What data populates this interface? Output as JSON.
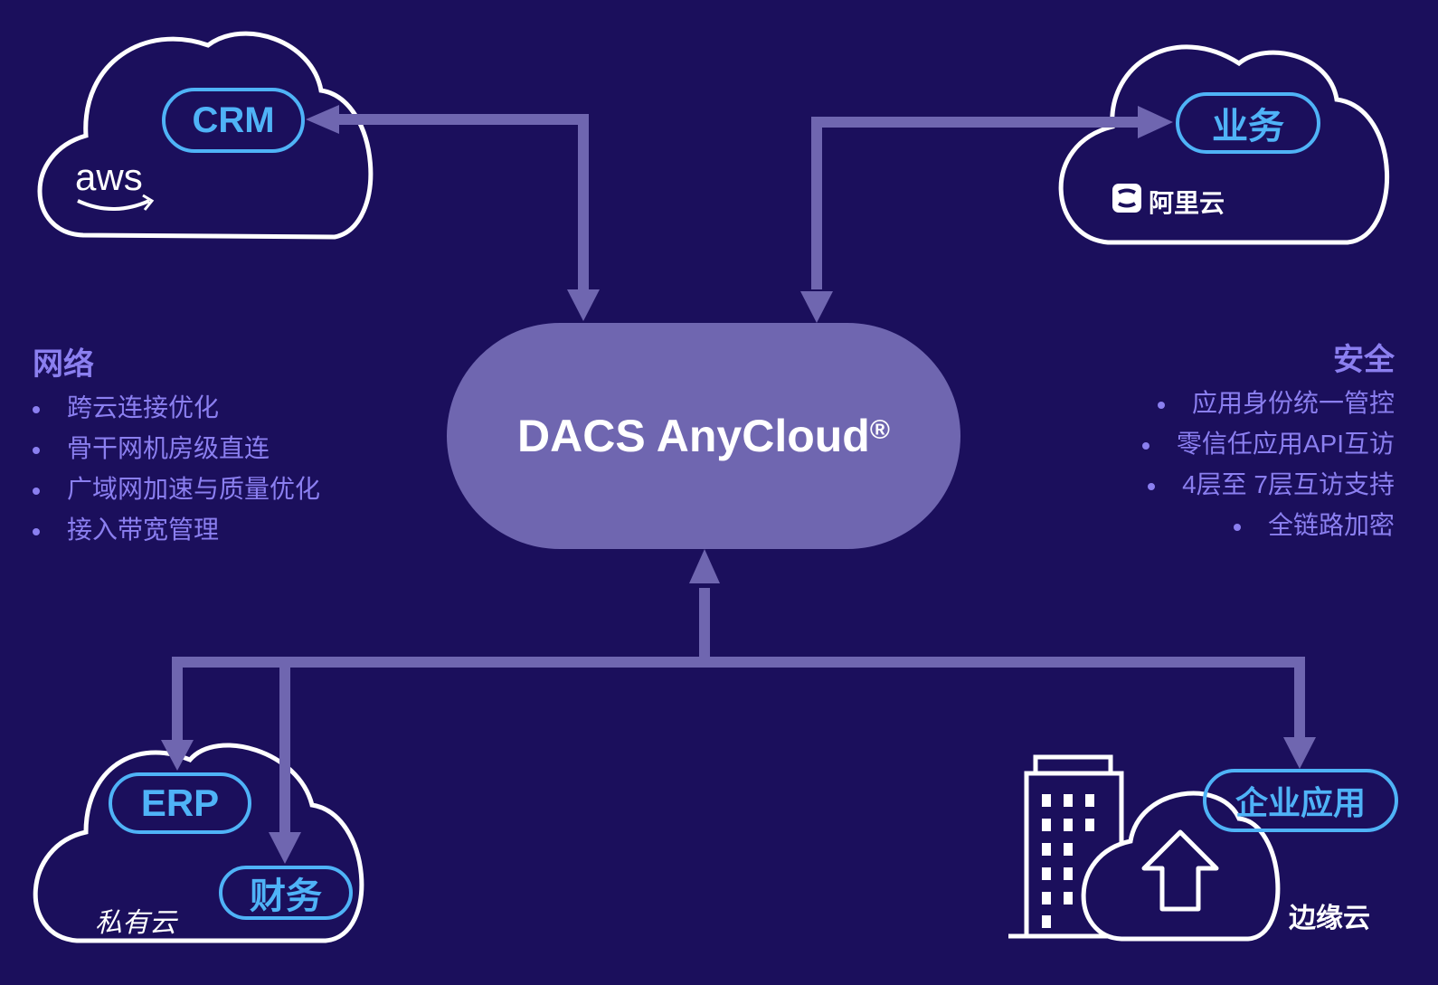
{
  "center": {
    "title": "DACS AnyCloud",
    "mark": "®"
  },
  "colors": {
    "background": "#1b0f5c",
    "center_fill": "#6f66b0",
    "pill_border": "#4fb3f7",
    "feature_text": "#8b7ff0",
    "arrow": "#6f66b0"
  },
  "clouds": {
    "aws": {
      "provider_logo": "aws",
      "app": "CRM"
    },
    "aliyun": {
      "provider_name": "阿里云",
      "app": "业务"
    },
    "private": {
      "provider_name": "私有云",
      "apps": [
        "ERP",
        "财务"
      ]
    },
    "edge": {
      "provider_name": "边缘云",
      "app": "企业应用"
    }
  },
  "network": {
    "title": "网络",
    "items": [
      "跨云连接优化",
      "骨干网机房级直连",
      "广域网加速与质量优化",
      "接入带宽管理"
    ]
  },
  "security": {
    "title": "安全",
    "items": [
      "应用身份统一管控",
      "零信任应用API互访",
      "4层至 7层互访支持",
      "全链路加密"
    ]
  }
}
